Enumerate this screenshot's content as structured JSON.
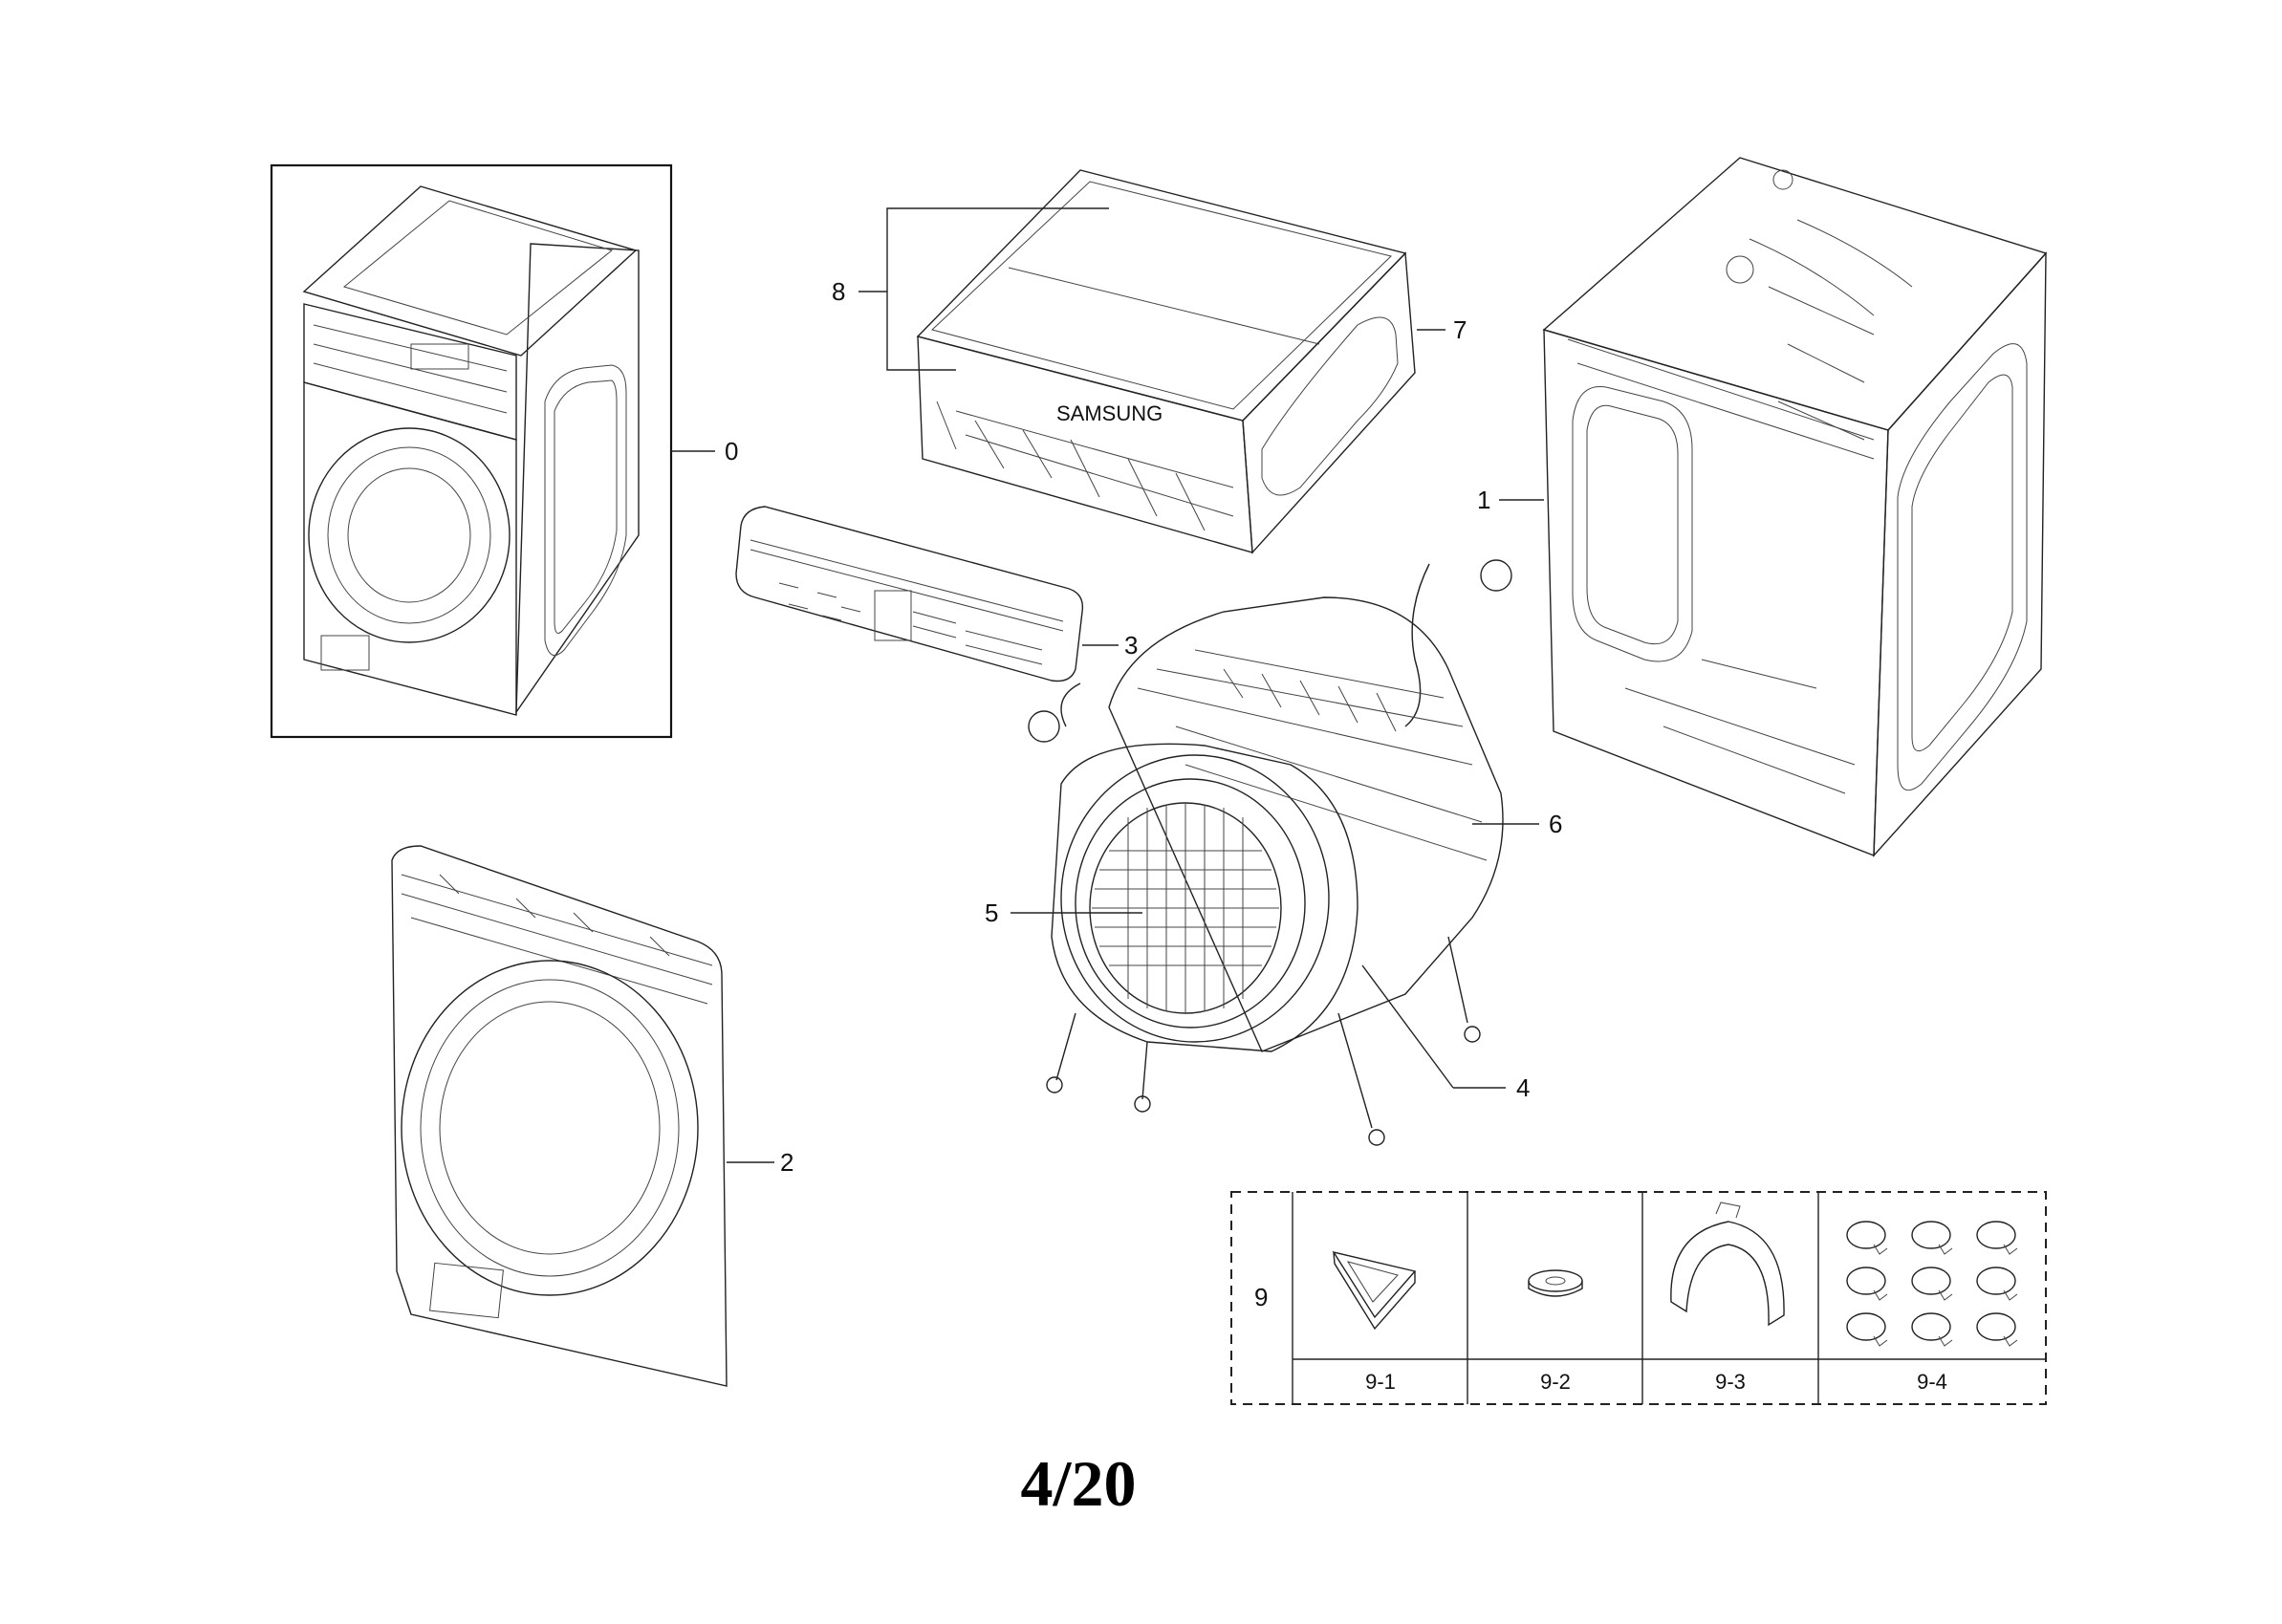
{
  "callouts": {
    "c0": "0",
    "c1": "1",
    "c2": "2",
    "c3": "3",
    "c4": "4",
    "c5": "5",
    "c6": "6",
    "c7": "7",
    "c8": "8",
    "c9": "9"
  },
  "kit": {
    "items": [
      {
        "label": "9-1",
        "icon": "triangle-cushion-icon"
      },
      {
        "label": "9-2",
        "icon": "washer-ring-icon"
      },
      {
        "label": "9-3",
        "icon": "arch-bracket-icon"
      },
      {
        "label": "9-4",
        "icon": "hose-clamps-icon"
      }
    ]
  },
  "brand_text": "SAMSUNG",
  "page_number": "4/20"
}
